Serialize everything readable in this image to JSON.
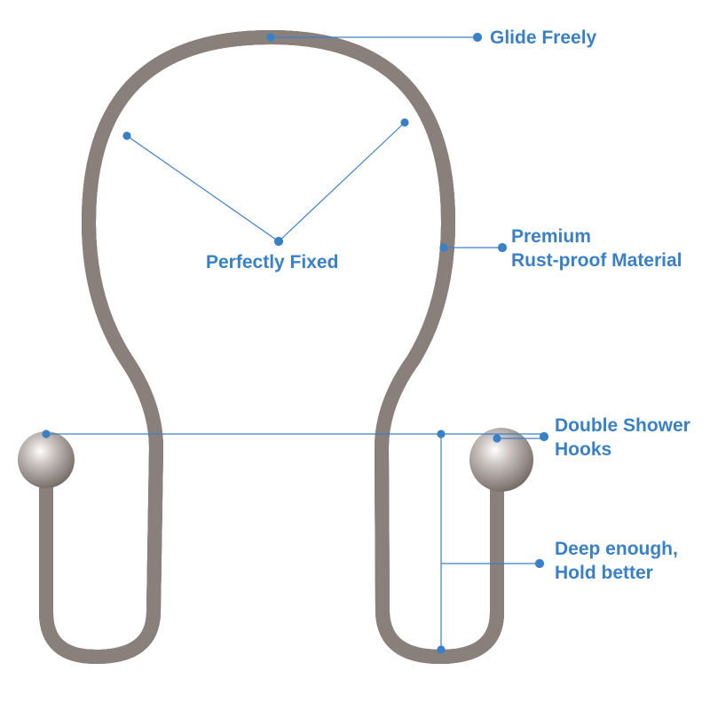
{
  "labels": {
    "glide": "Glide Freely",
    "fixed": "Perfectly Fixed",
    "premium_line1": "Premium",
    "premium_line2": "Rust-proof Material",
    "double_line1": "Double Shower",
    "double_line2": "Hooks",
    "deep_line1": "Deep enough,",
    "deep_line2": "Hold better"
  },
  "colors": {
    "accent": "#3a80c6",
    "metal": "#a89e99"
  }
}
